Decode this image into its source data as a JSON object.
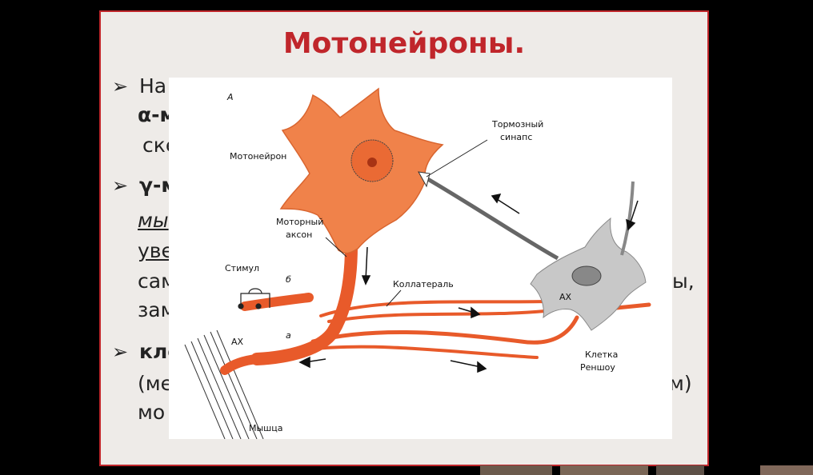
{
  "slide": {
    "title": "Мотонейроны.",
    "bullets": [
      {
        "marker": "➢",
        "lines": [
          "На",
          "α-м",
          "ске"
        ]
      },
      {
        "marker": "➢",
        "lines": [
          "γ-м",
          "мы",
          "уве",
          "сам",
          "зам"
        ],
        "right_fragments": [
          "ы,"
        ]
      },
      {
        "marker": "➢",
        "lines": [
          "кле",
          "(ме",
          "мо"
        ],
        "right_fragments": [
          "м)"
        ]
      }
    ]
  },
  "figure": {
    "panel_letter": "А",
    "labels": {
      "motoneuron": "Мотонейрон",
      "motor_axon_1": "Моторный",
      "motor_axon_2": "аксон",
      "inhibitory_synapse_1": "Тормозный",
      "inhibitory_synapse_2": "синапс",
      "stimulus": "Стимул",
      "letter_b": "б",
      "letter_a": "а",
      "collateral": "Коллатераль",
      "ax_left": "АХ",
      "ax_right": "АХ",
      "renshaw_cell_1": "Клетка",
      "renshaw_cell_2": "Реншоу",
      "muscle": "Мышца"
    },
    "colors": {
      "motoneuron": "#f0824a",
      "renshaw": "#c8c8c8",
      "axon": "#e85a2a"
    }
  },
  "colors": {
    "title": "#c0262b",
    "slide_bg": "#eeebe8",
    "border": "#c0262b"
  }
}
